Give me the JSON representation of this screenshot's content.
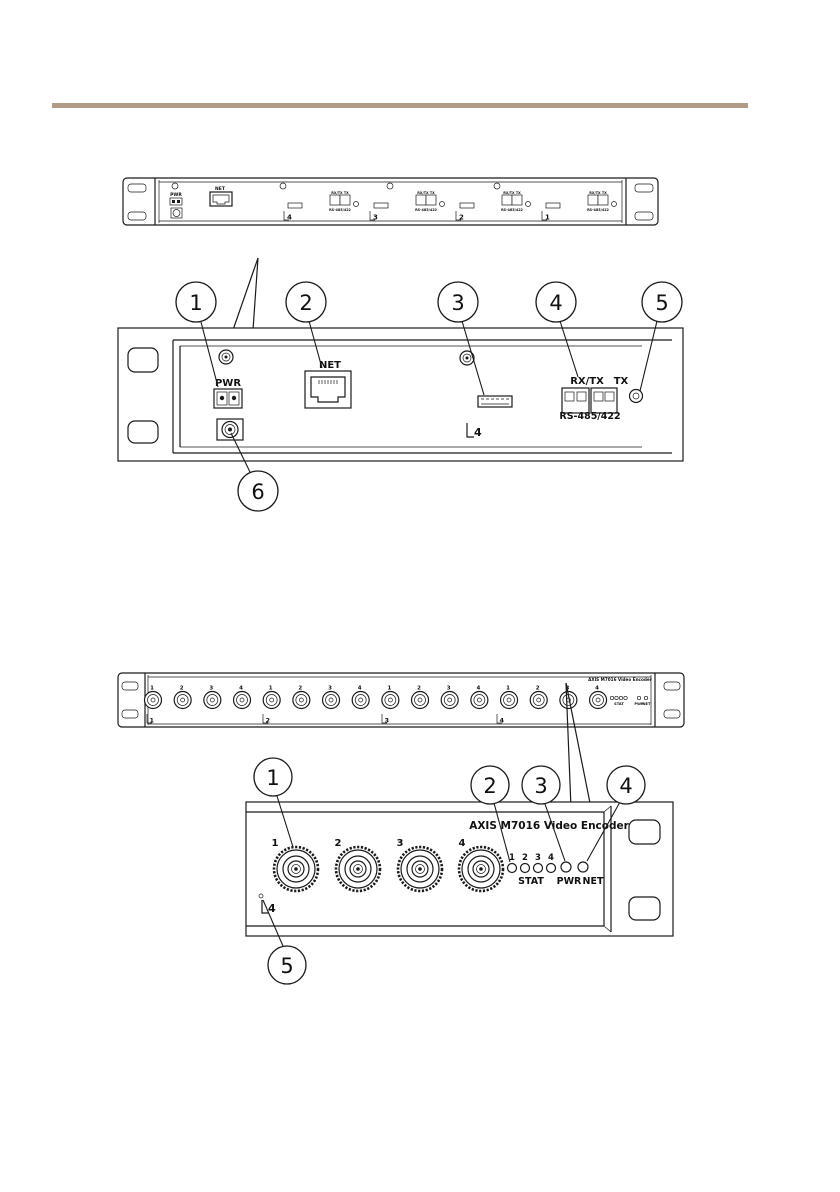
{
  "colors": {
    "rule": "#b29c88",
    "line": "#1a1a1a"
  },
  "rear": {
    "labels": {
      "pwr": "PWR",
      "net": "NET",
      "rx_tx": "RX/TX",
      "tx": "TX",
      "rs": "RS-485/422"
    },
    "port_numbers": [
      "4",
      "3",
      "2",
      "1"
    ],
    "detail_port": "4",
    "callouts": [
      "1",
      "2",
      "3",
      "4",
      "5",
      "6"
    ]
  },
  "front": {
    "model": "AXIS M7016 Video Encoder",
    "bnc_numbers": [
      "1",
      "2",
      "3",
      "4",
      "1",
      "2",
      "3",
      "4",
      "1",
      "2",
      "3",
      "4",
      "1",
      "2",
      "3",
      "4"
    ],
    "section_numbers": [
      "1",
      "2",
      "3",
      "4"
    ],
    "inputs": [
      "1",
      "2",
      "3",
      "4"
    ],
    "leds": [
      "1",
      "2",
      "3",
      "4"
    ],
    "stat": "STAT",
    "pwr": "PWR",
    "net": "NET",
    "detail_port": "4",
    "callouts": [
      "1",
      "2",
      "3",
      "4",
      "5"
    ]
  }
}
